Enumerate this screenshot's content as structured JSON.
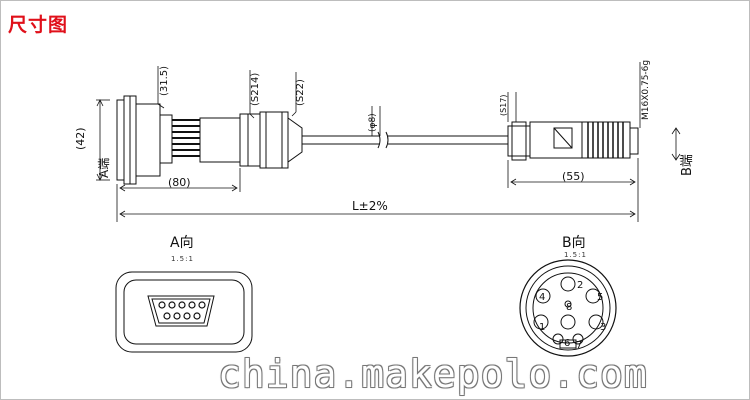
{
  "title": "尺寸图",
  "dimensions": {
    "height_a": "(42)",
    "end_a": "A端",
    "d315": "(31.5)",
    "s214": "(S214)",
    "s22": "(S22)",
    "phi8": "(φ8)",
    "s17": "(S17)",
    "thread": "M16X0.75-6g",
    "len80": "(80)",
    "len55": "(55)",
    "total": "L±2%",
    "end_b": "B端"
  },
  "views": {
    "a_label": "A向",
    "a_scale": "1.5:1",
    "b_label": "B向",
    "b_scale": "1.5:1"
  },
  "pins": [
    "1",
    "2",
    "3",
    "4",
    "5",
    "6",
    "7",
    "8"
  ],
  "watermark": "china.makepolo.com",
  "colors": {
    "title": "#e0101a",
    "line": "#111111"
  }
}
